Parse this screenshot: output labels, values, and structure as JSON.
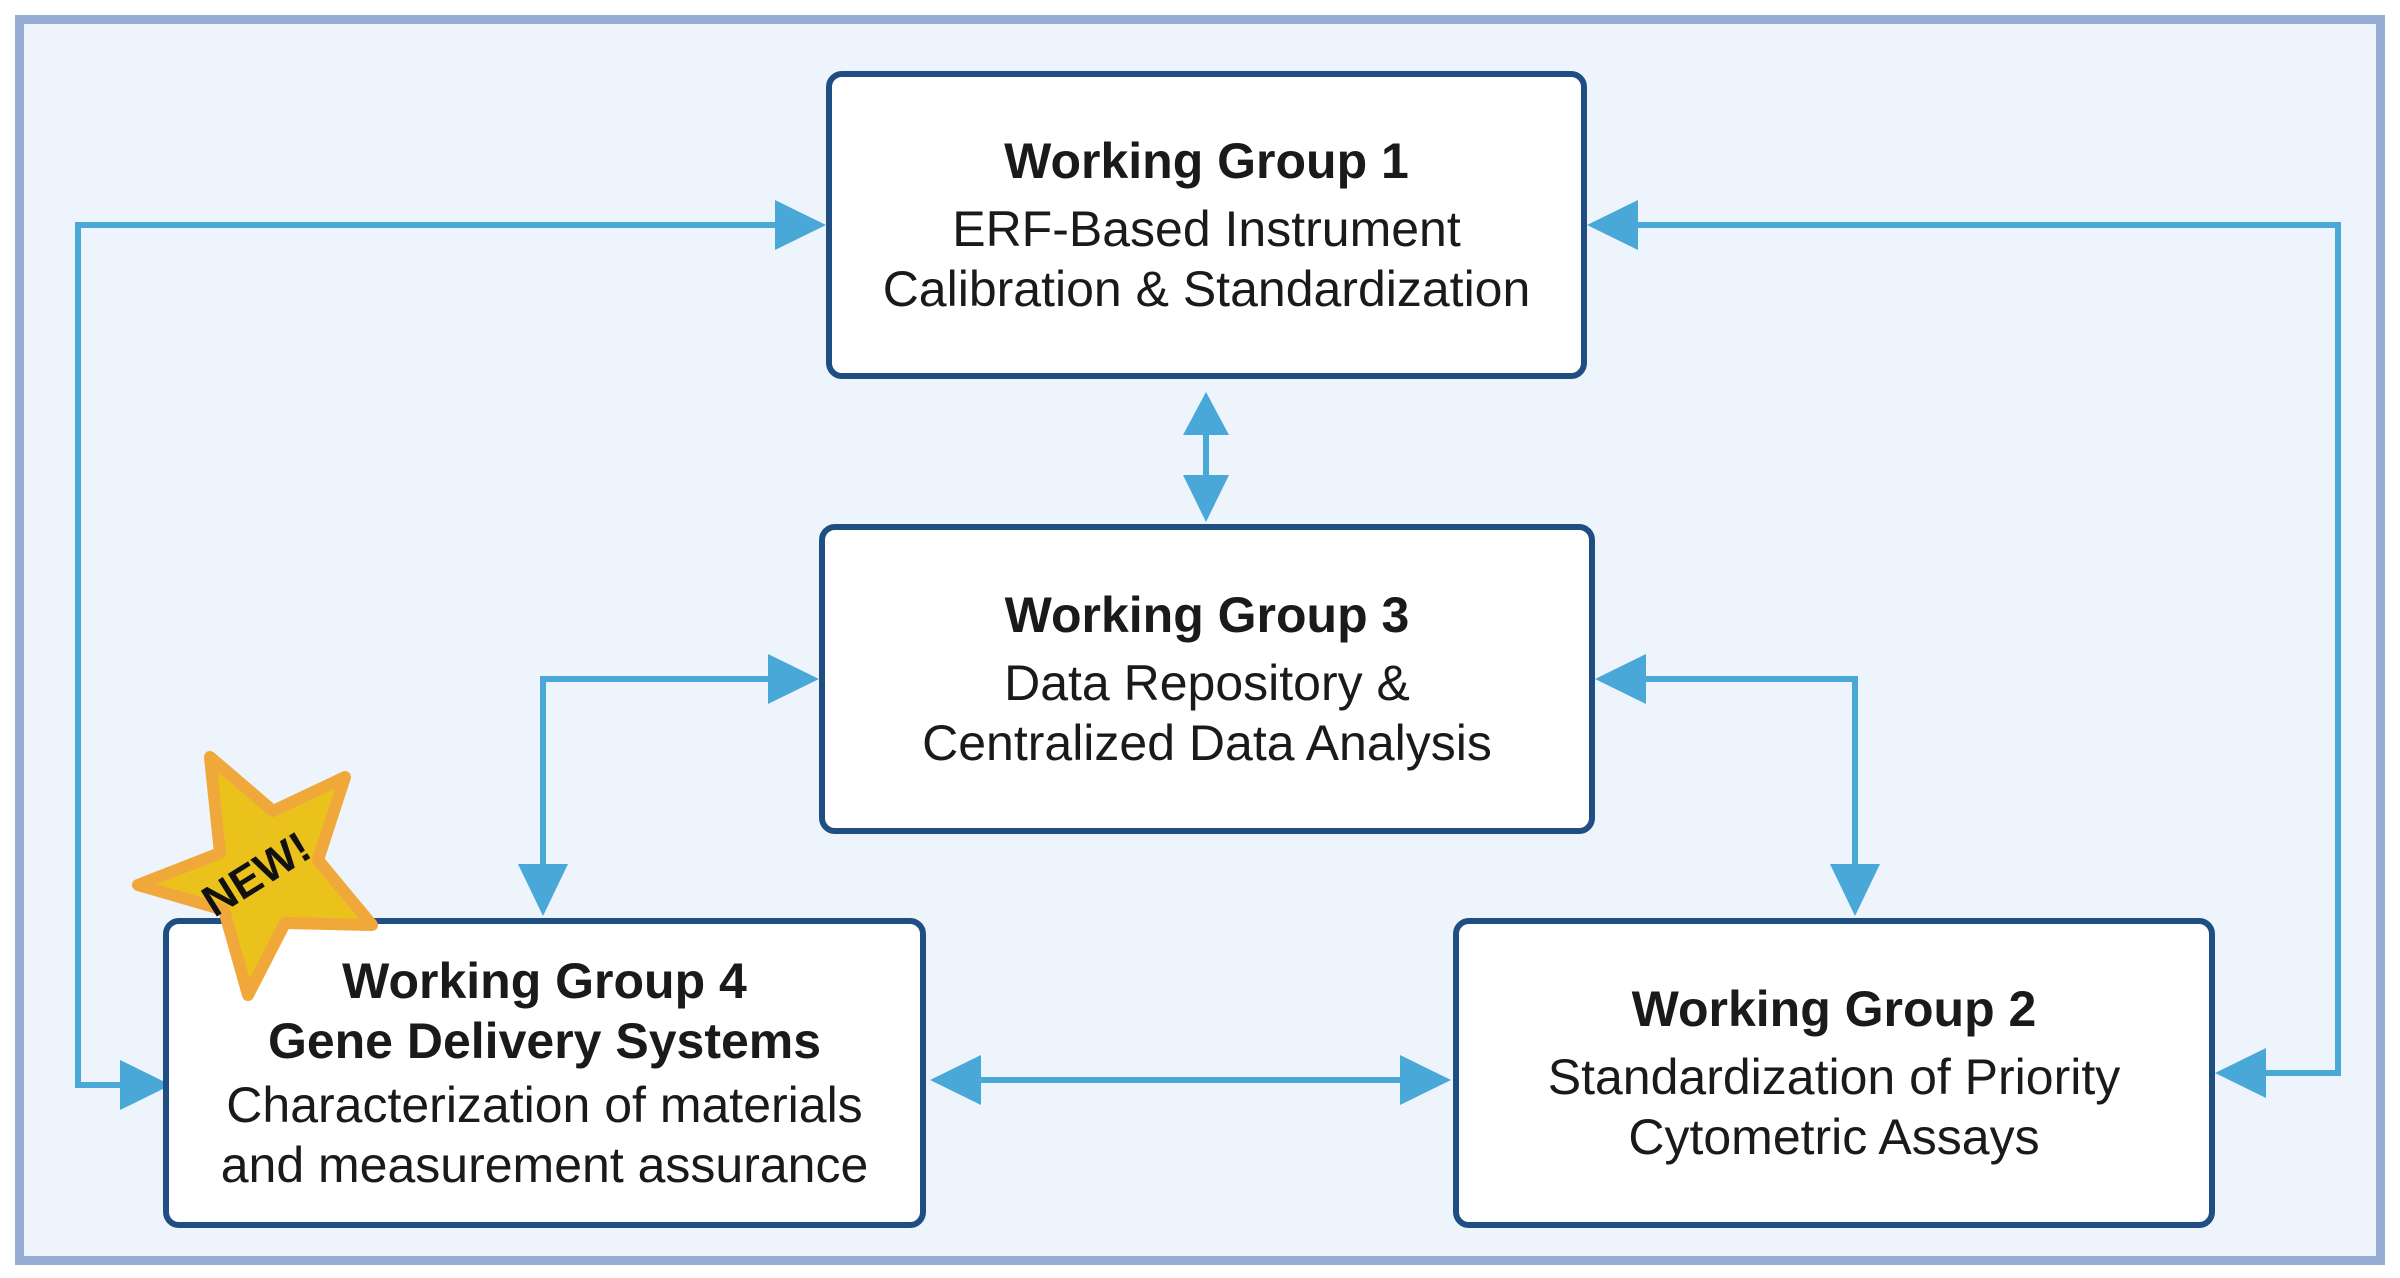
{
  "colors": {
    "frame_border": "#97aed4",
    "frame_fill": "#edf4fc",
    "box_border": "#1f4e82",
    "arrow": "#4aa8d8",
    "star_fill": "#ebc21c",
    "star_border": "#f0a83a"
  },
  "groups": {
    "wg1": {
      "title_lines": [
        "Working Group 1"
      ],
      "desc_lines": [
        "ERF-Based Instrument",
        "Calibration & Standardization"
      ]
    },
    "wg2": {
      "title_lines": [
        "Working Group 2"
      ],
      "desc_lines": [
        "Standardization of Priority",
        "Cytometric Assays"
      ]
    },
    "wg3": {
      "title_lines": [
        "Working Group 3"
      ],
      "desc_lines": [
        "Data Repository &",
        "Centralized Data Analysis"
      ]
    },
    "wg4": {
      "title_lines": [
        "Working Group 4",
        "Gene Delivery Systems"
      ],
      "desc_lines": [
        "Characterization of materials",
        "and measurement assurance"
      ]
    }
  },
  "badge": {
    "label": "NEW!",
    "icon": "star-icon"
  }
}
